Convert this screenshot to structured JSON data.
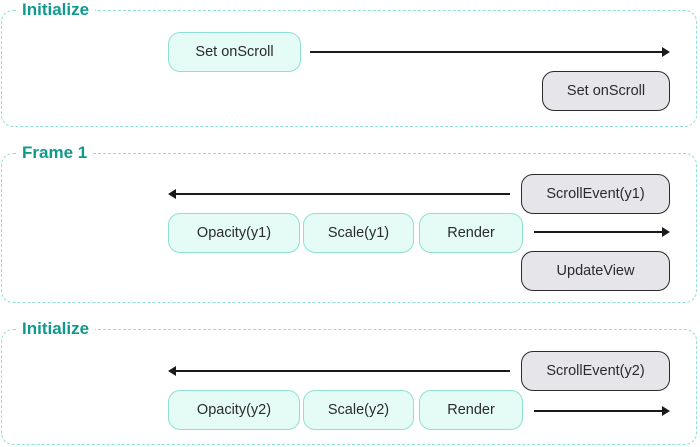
{
  "sections": [
    {
      "title": "Initialize",
      "pills": [
        "Set onScroll",
        "Set onScroll"
      ]
    },
    {
      "title": "Frame 1",
      "pills": [
        "ScrollEvent(y1)",
        "Opacity(y1)",
        "Scale(y1)",
        "Render",
        "UpdateView"
      ]
    },
    {
      "title": "Initialize",
      "pills": [
        "ScrollEvent(y2)",
        "Opacity(y2)",
        "Scale(y2)",
        "Render"
      ]
    }
  ],
  "colors": {
    "accent": "#0f9a8d",
    "dashed_border": "#8fe0d2",
    "teal_fill": "#e4fbf6",
    "gray_fill": "#e6e6ea",
    "stroke": "#1a1a1a"
  }
}
